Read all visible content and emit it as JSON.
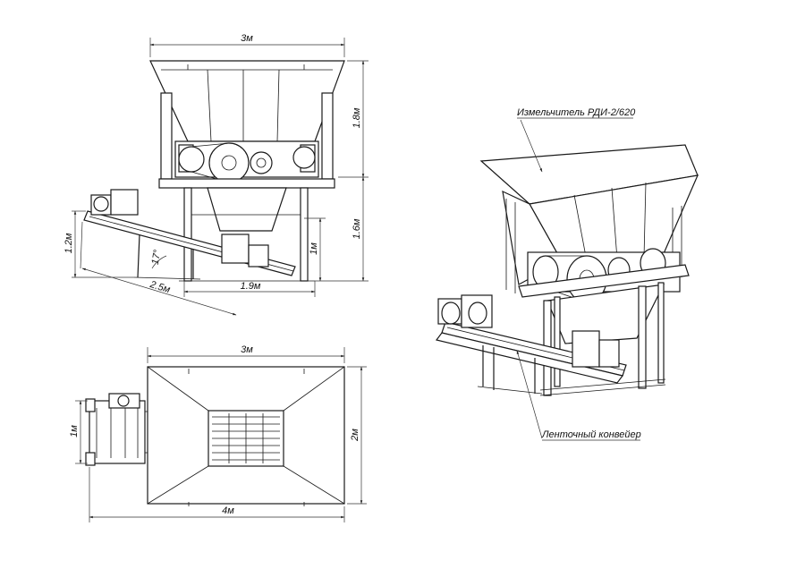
{
  "views": {
    "side": {
      "dim_top_width": "3м",
      "dim_hopper_height": "1.8м",
      "dim_total_height": "1.6м",
      "dim_conveyor_height": "1.2м",
      "dim_support_height": "1м",
      "dim_angle": "17°",
      "dim_conveyor_length": "2.5м",
      "dim_base_width": "1.9м"
    },
    "plan": {
      "dim_top_width": "3м",
      "dim_depth": "2м",
      "dim_conveyor_width": "1м",
      "dim_total_length": "4м"
    },
    "iso": {
      "label_shredder": "Измельчитель РДИ-2/620",
      "label_conveyor": "Ленточный конвейер"
    }
  }
}
